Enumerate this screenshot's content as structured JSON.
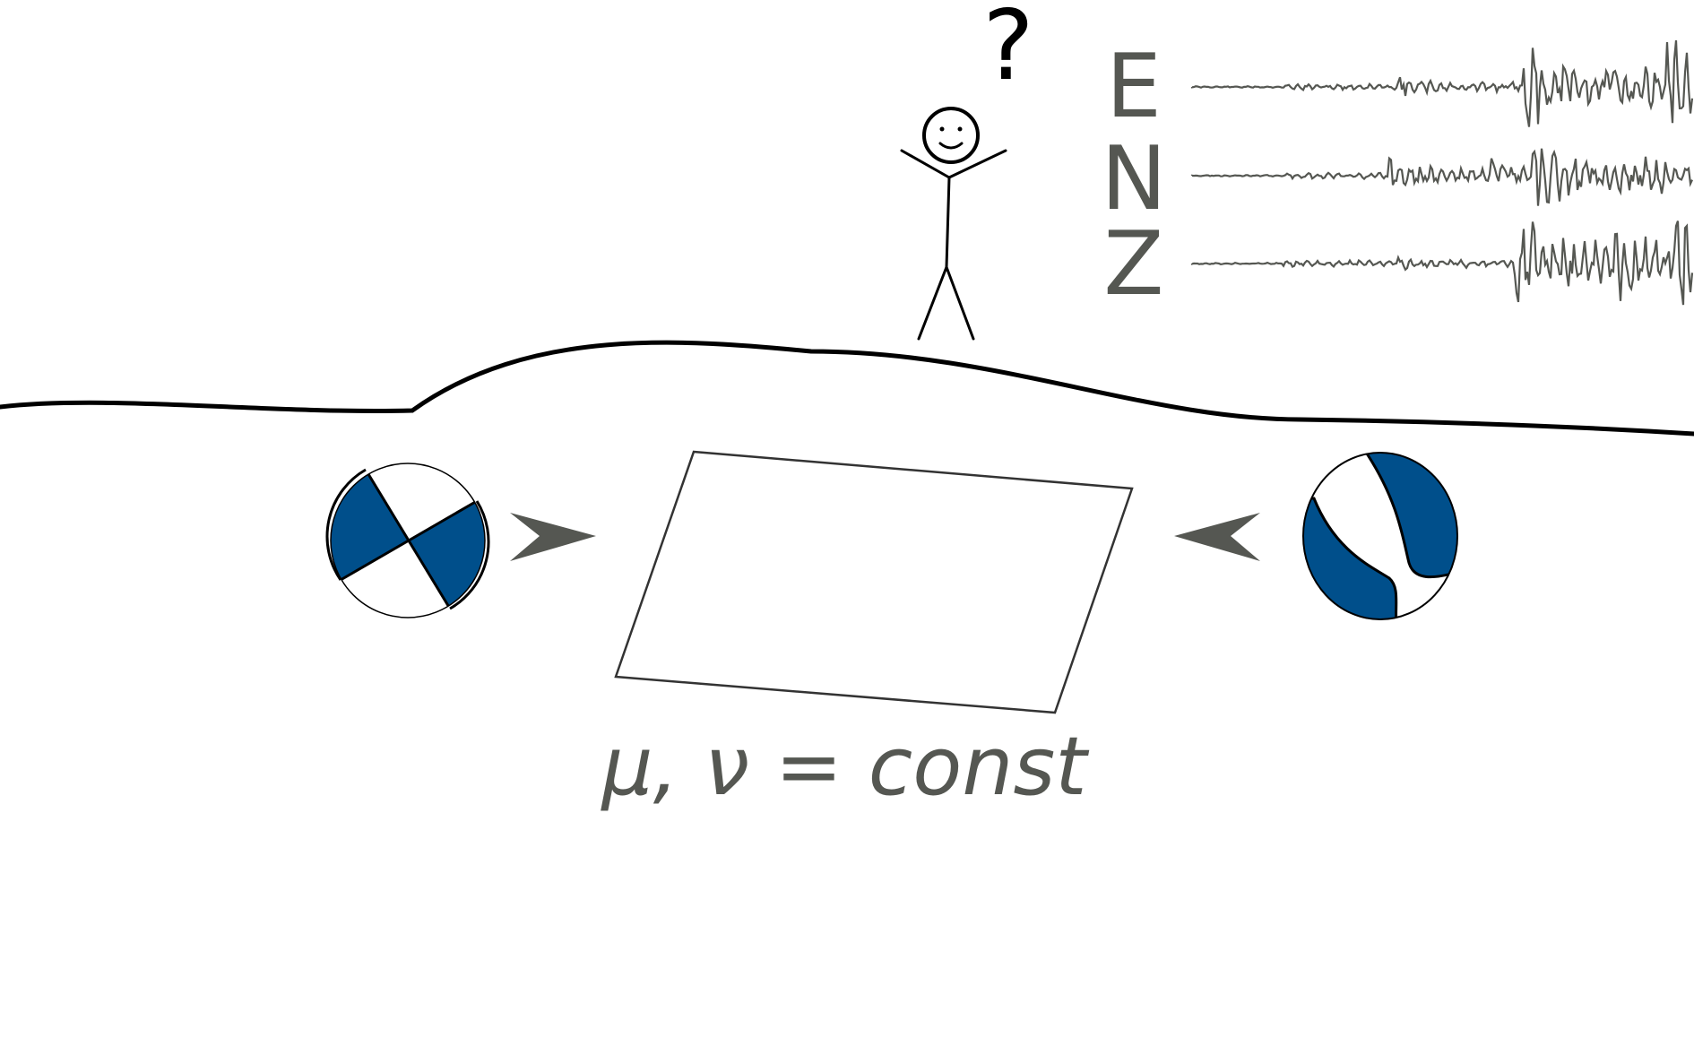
{
  "annotation": {
    "question_mark": "?",
    "material_constants": "μ, ν = const"
  },
  "seismogram": {
    "components": [
      "E",
      "N",
      "Z"
    ]
  },
  "colors": {
    "ink": "#000000",
    "gray": "#555752",
    "beachball_fill": "#004f8b",
    "background": "#ffffff"
  },
  "icons": {
    "left_source": "strike-slip-beachball-icon",
    "right_source": "oblique-beachball-icon",
    "observer": "stick-figure-icon",
    "arrows": "arrowhead-icon"
  }
}
